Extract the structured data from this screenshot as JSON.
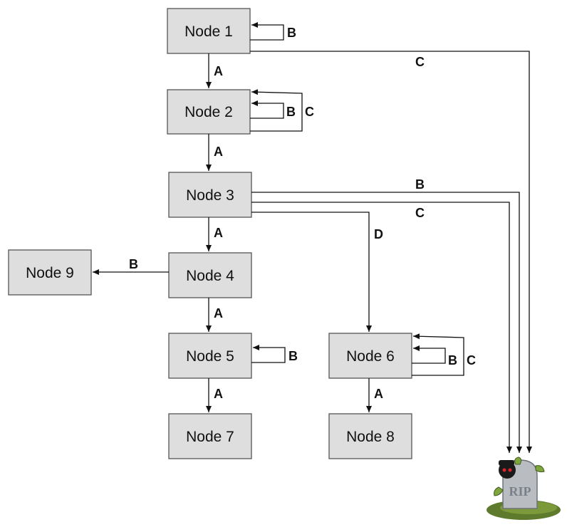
{
  "nodes": [
    {
      "id": "n1",
      "label": "Node 1"
    },
    {
      "id": "n2",
      "label": "Node 2"
    },
    {
      "id": "n3",
      "label": "Node 3"
    },
    {
      "id": "n4",
      "label": "Node 4"
    },
    {
      "id": "n5",
      "label": "Node 5"
    },
    {
      "id": "n6",
      "label": "Node 6"
    },
    {
      "id": "n7",
      "label": "Node 7"
    },
    {
      "id": "n8",
      "label": "Node 8"
    },
    {
      "id": "n9",
      "label": "Node 9"
    }
  ],
  "edges": [
    {
      "from": "n1",
      "to": "n2",
      "label": "A"
    },
    {
      "from": "n1",
      "to": "n1",
      "label": "B"
    },
    {
      "from": "n1",
      "to": "rip",
      "label": "C"
    },
    {
      "from": "n2",
      "to": "n3",
      "label": "A"
    },
    {
      "from": "n2",
      "to": "n2",
      "label": "B"
    },
    {
      "from": "n2",
      "to": "n2",
      "label": "C"
    },
    {
      "from": "n3",
      "to": "n4",
      "label": "A"
    },
    {
      "from": "n3",
      "to": "rip",
      "label": "B"
    },
    {
      "from": "n3",
      "to": "rip",
      "label": "C"
    },
    {
      "from": "n3",
      "to": "n6",
      "label": "D"
    },
    {
      "from": "n4",
      "to": "n5",
      "label": "A"
    },
    {
      "from": "n4",
      "to": "n9",
      "label": "B"
    },
    {
      "from": "n5",
      "to": "n7",
      "label": "A"
    },
    {
      "from": "n5",
      "to": "n5",
      "label": "B"
    },
    {
      "from": "n6",
      "to": "n8",
      "label": "A"
    },
    {
      "from": "n6",
      "to": "n6",
      "label": "B"
    },
    {
      "from": "n6",
      "to": "n6",
      "label": "C"
    }
  ],
  "tombstone": {
    "text": "RIP",
    "icon": "tombstone-icon"
  },
  "colors": {
    "node_fill": "#dedede",
    "node_border": "#555555",
    "grass": "#5e7a2c",
    "stone": "#b9bdc2"
  }
}
